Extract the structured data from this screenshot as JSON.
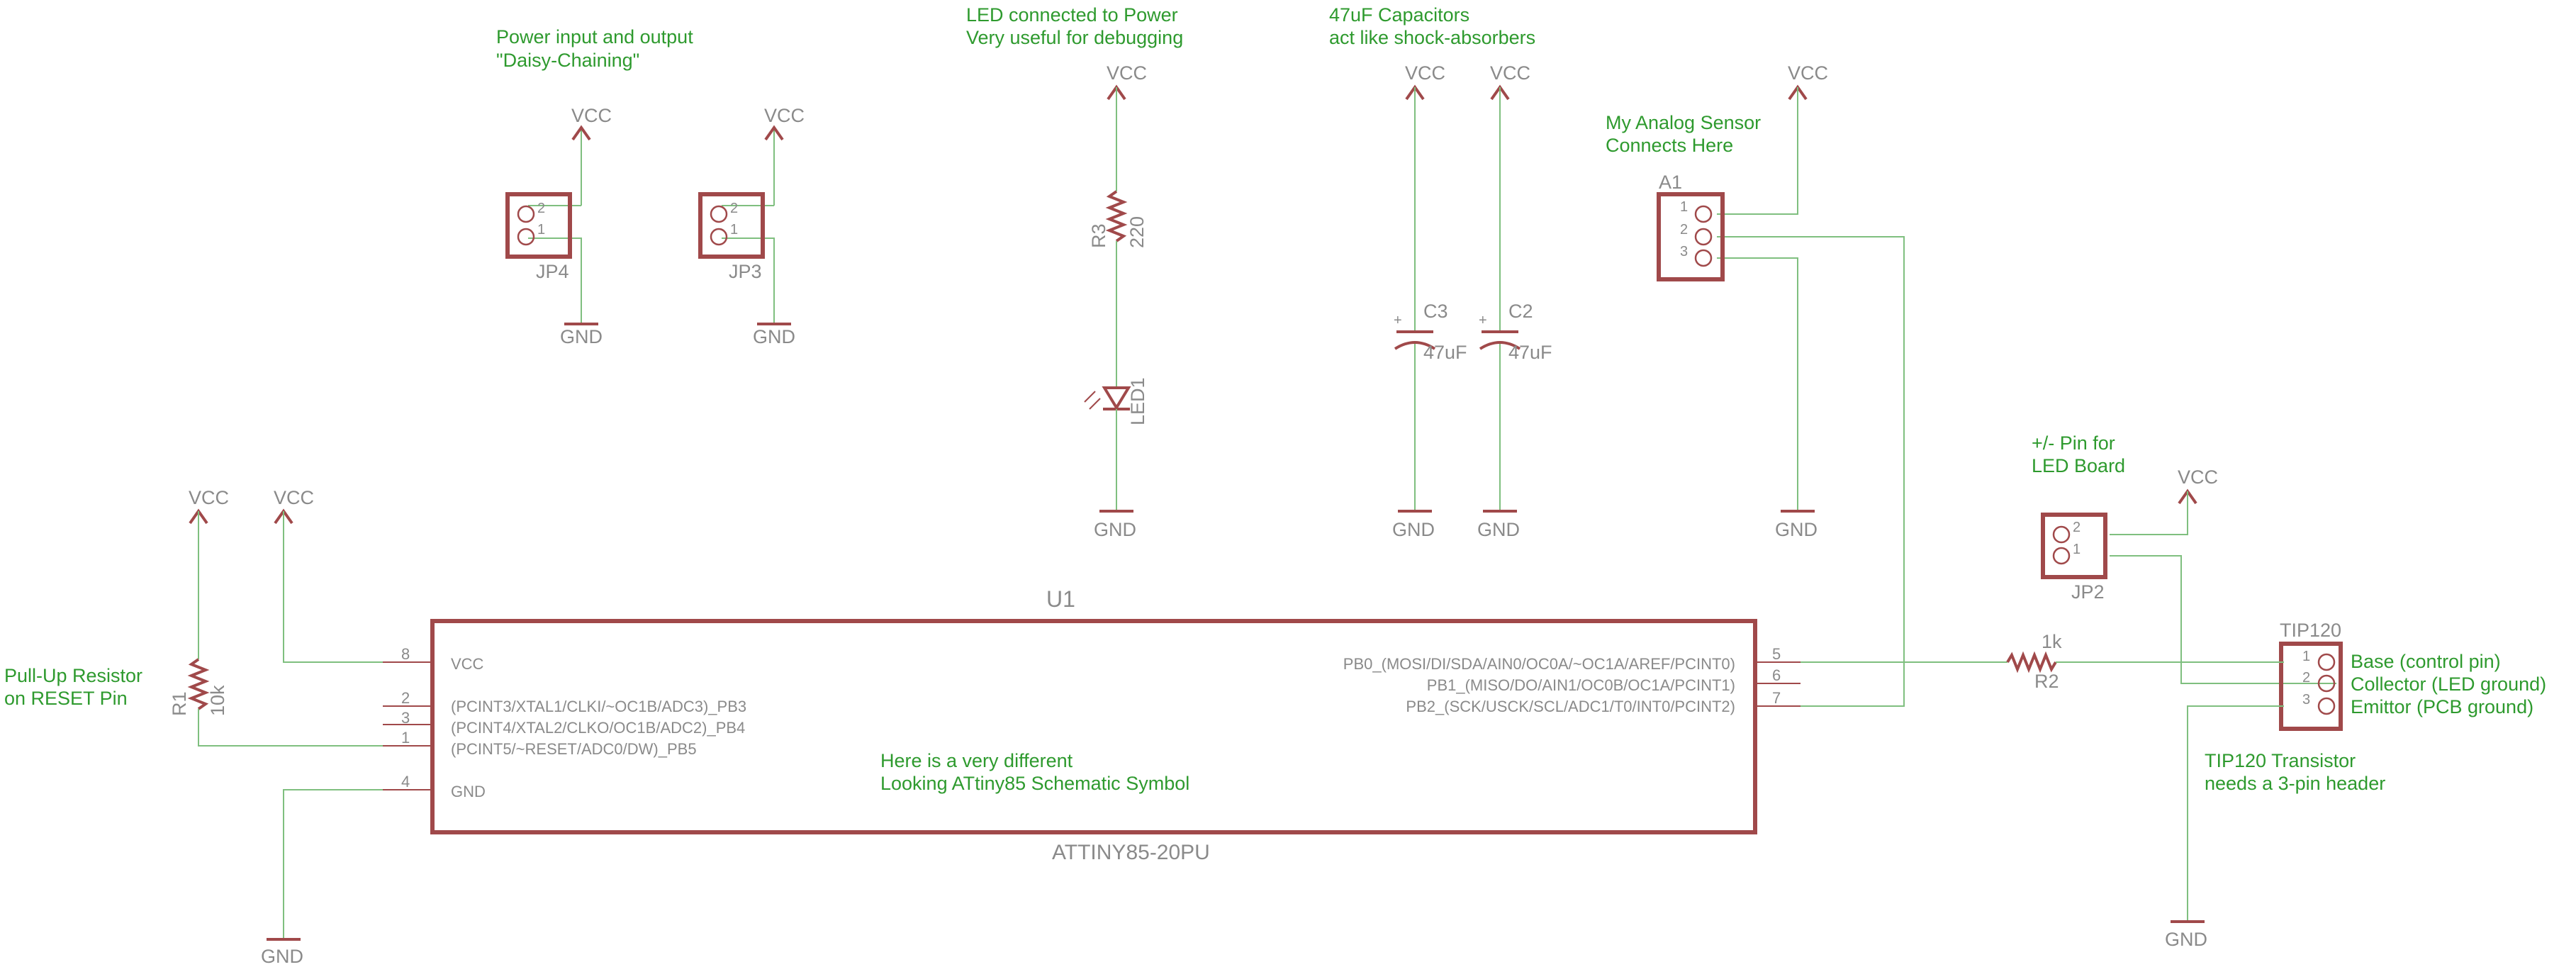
{
  "colors": {
    "wire": "#7fbf7f",
    "symbol": "#a0494a",
    "label": "#8a8a8a",
    "note": "#2e9a2e",
    "background": "#ffffff"
  },
  "power": {
    "vcc": "VCC",
    "gnd": "GND"
  },
  "notes": {
    "power_io": [
      "Power input and output",
      "\"Daisy-Chaining\""
    ],
    "led": [
      "LED connected to Power",
      "Very useful for debugging"
    ],
    "caps": [
      "47uF Capacitors",
      "act like shock-absorbers"
    ],
    "sensor": [
      "My Analog Sensor",
      "Connects Here"
    ],
    "led_board": [
      "+/- Pin for",
      "LED Board"
    ],
    "pullup": [
      "Pull-Up Resistor",
      "on RESET Pin"
    ],
    "attiny": [
      "Here is a very different",
      "Looking ATtiny85 Schematic Symbol"
    ],
    "tip_header": [
      "TIP120 Transistor",
      "needs a 3-pin header"
    ],
    "tip_pins": [
      "Base  (control pin)",
      "Collector  (LED ground)",
      "Emittor  (PCB ground)"
    ]
  },
  "headers": {
    "jp4": {
      "name": "JP4",
      "pins": [
        "2",
        "1"
      ]
    },
    "jp3": {
      "name": "JP3",
      "pins": [
        "2",
        "1"
      ]
    },
    "jp2": {
      "name": "JP2",
      "pins": [
        "2",
        "1"
      ]
    },
    "a1": {
      "name": "A1",
      "pins": [
        "1",
        "2",
        "3"
      ]
    },
    "tip120": {
      "name": "TIP120",
      "pins": [
        "1",
        "2",
        "3"
      ]
    }
  },
  "components": {
    "r3": {
      "name": "R3",
      "value": "220"
    },
    "led1": {
      "name": "LED1"
    },
    "c3": {
      "name": "C3",
      "value": "47uF",
      "polarity": "+"
    },
    "c2": {
      "name": "C2",
      "value": "47uF",
      "polarity": "+"
    },
    "r1": {
      "name": "R1",
      "value": "10k"
    },
    "r2": {
      "name": "R2",
      "value": "1k"
    }
  },
  "u1": {
    "name": "U1",
    "part": "ATTINY85-20PU",
    "left_pins": [
      {
        "num": "8",
        "label": "VCC"
      },
      {
        "num": "2",
        "label": "(PCINT3/XTAL1/CLKI/~OC1B/ADC3)_PB3"
      },
      {
        "num": "3",
        "label": "(PCINT4/XTAL2/CLKO/OC1B/ADC2)_PB4"
      },
      {
        "num": "1",
        "label": "(PCINT5/~RESET/ADC0/DW)_PB5"
      },
      {
        "num": "4",
        "label": "GND"
      }
    ],
    "right_pins": [
      {
        "num": "5",
        "label": "PB0_(MOSI/DI/SDA/AIN0/OC0A/~OC1A/AREF/PCINT0)"
      },
      {
        "num": "6",
        "label": "PB1_(MISO/DO/AIN1/OC0B/OC1A/PCINT1)"
      },
      {
        "num": "7",
        "label": "PB2_(SCK/USCK/SCL/ADC1/T0/INT0/PCINT2)"
      }
    ]
  }
}
